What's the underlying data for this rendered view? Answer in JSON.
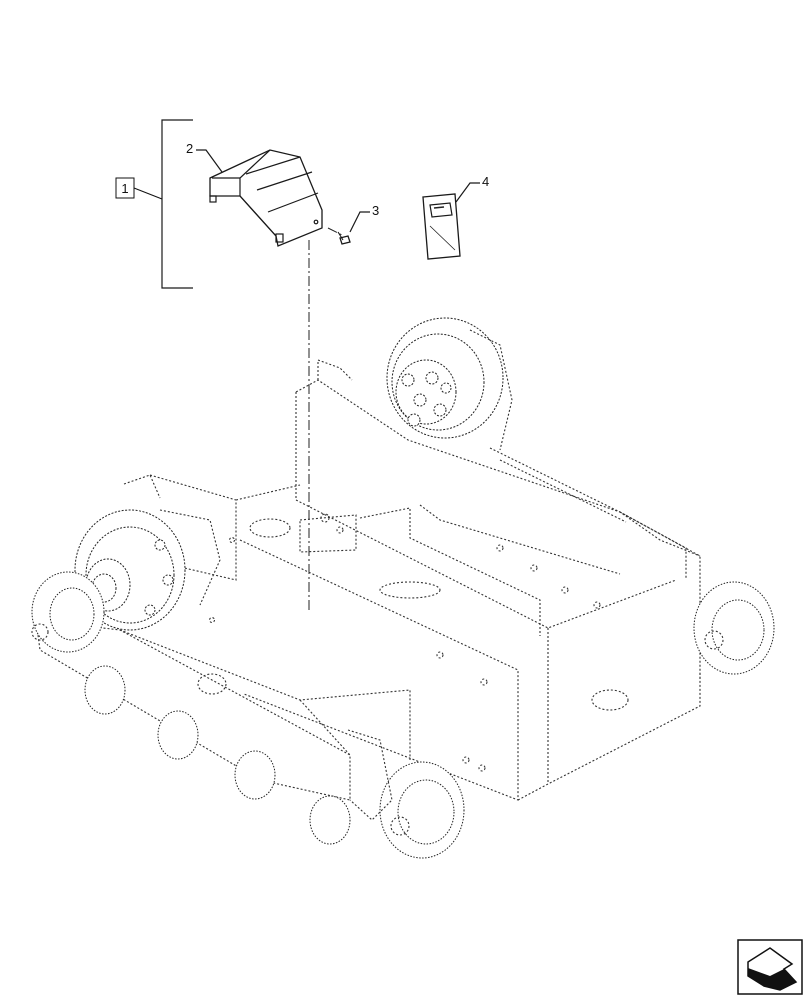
{
  "callouts": {
    "item1": "1",
    "item2": "2",
    "item3": "3",
    "item4": "4"
  },
  "icons": {
    "nav": "next-page-arrow-icon"
  },
  "colors": {
    "line": "#1a1a1a",
    "background": "#ffffff"
  }
}
